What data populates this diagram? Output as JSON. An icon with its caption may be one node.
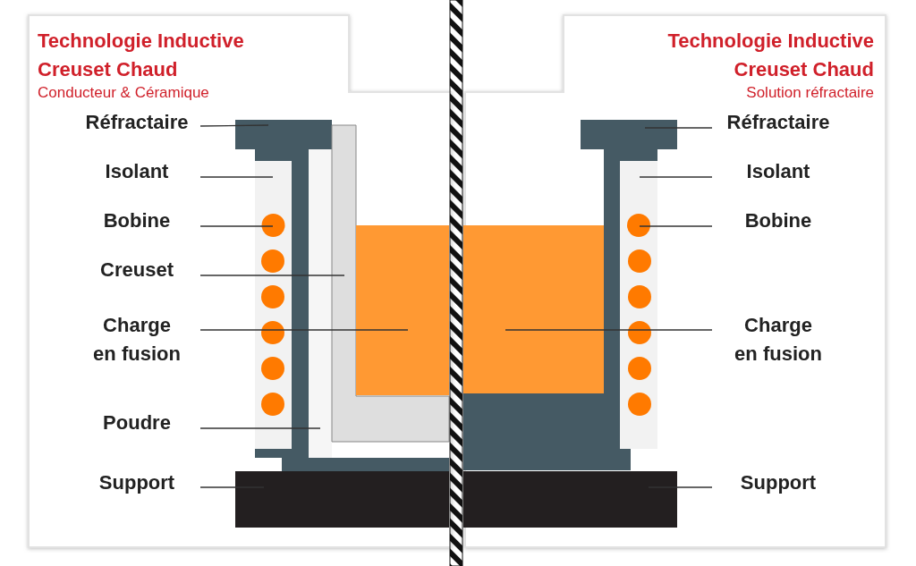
{
  "diagram": {
    "nodes": [
      {
        "text": [
          "Réfractaire"
        ]
      },
      {
        "text": [
          "Isolant"
        ]
      },
      {
        "text": [
          "Bobine"
        ]
      },
      {
        "text": [
          "Creuset"
        ]
      },
      {
        "text": [
          "Charge en fusion"
        ]
      },
      {
        "text": [
          "Poudre"
        ]
      },
      {
        "text": [
          "Support"
        ]
      },
      {
        "text": [],
        "shape": "box"
      },
      {
        "text": [],
        "shape": "box"
      },
      {
        "text": [],
        "shape": "circle",
        "in": 8
      },
      {
        "text": [],
        "shape": "box"
      },
      {
        "text": [],
        "shape": "box"
      },
      {
        "text": [],
        "shape": "box"
      },
      {
        "text": [],
        "shape": "box"
      },
      {
        "text": [
          "Réfractaire"
        ]
      },
      {
        "text": [
          "Isolant"
        ]
      },
      {
        "text": [
          "Bobine"
        ]
      },
      {
        "text": [
          "Charge en fusion"
        ]
      },
      {
        "text": [
          "Support"
        ]
      },
      {
        "text": [],
        "shape": "box"
      },
      {
        "text": [],
        "shape": "box"
      },
      {
        "text": [],
        "shape": "circle",
        "in": 20
      },
      {
        "text": [],
        "shape": "box"
      },
      {
        "text": [],
        "shape": "box"
      }
    ],
    "edges": [
      {
        "from": 0,
        "to": 7,
        "arrow": "none"
      },
      {
        "from": 1,
        "to": 8,
        "arrow": "none"
      },
      {
        "from": 2,
        "to": 9,
        "arrow": "none"
      },
      {
        "from": 3,
        "to": 10,
        "arrow": "none"
      },
      {
        "from": 4,
        "to": 11,
        "arrow": "none"
      },
      {
        "from": 5,
        "to": 12,
        "arrow": "none"
      },
      {
        "from": 6,
        "to": 13,
        "arrow": "none"
      },
      {
        "from": 14,
        "to": 19,
        "arrow": "none"
      },
      {
        "from": 15,
        "to": 20,
        "arrow": "none"
      },
      {
        "from": 16,
        "to": 21,
        "arrow": "none"
      },
      {
        "from": 17,
        "to": 22,
        "arrow": "none"
      },
      {
        "from": 18,
        "to": 23,
        "arrow": "none"
      }
    ],
    "labels": [
      "Technologie Inductive Creuset Chaud",
      "Conducteur & Céramique",
      "Technologie Inductive Creuset Chaud",
      "Solution réfractaire"
    ]
  }
}
